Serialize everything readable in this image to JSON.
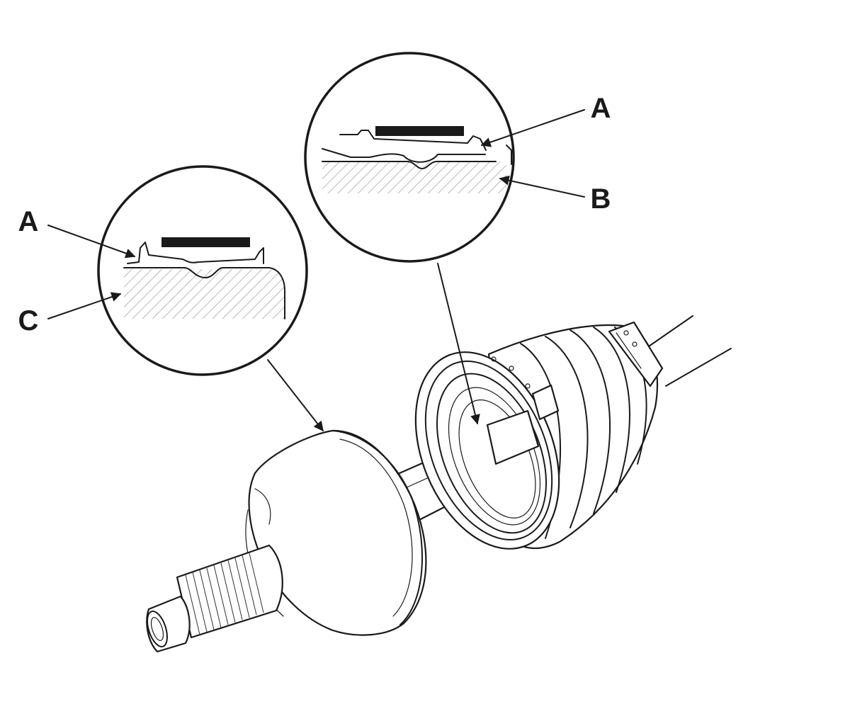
{
  "callouts": {
    "top_detail_clamp": "A",
    "top_detail_boot_edge": "B",
    "left_detail_clamp": "A",
    "left_detail_housing": "C"
  },
  "colors": {
    "line": "#1a1a1a",
    "background": "#ffffff",
    "hatch": "#9a9a9a"
  }
}
